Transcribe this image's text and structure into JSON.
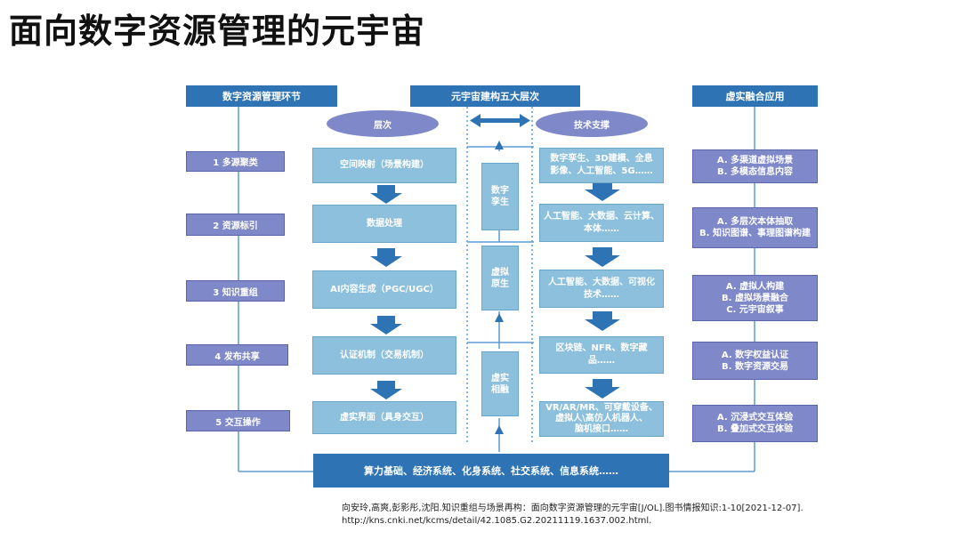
{
  "title": "面向数字资源管理的元宇宙",
  "headers": {
    "left": "数字资源管理环节",
    "center": "元宇宙建构五大层次",
    "right": "虚实融合应用"
  },
  "ovals": {
    "layers": "层次",
    "tech": "技术支撑"
  },
  "steps": [
    "1 多源聚类",
    "2 资源标引",
    "3 知识重组",
    "4 发布共享",
    "5 交互操作"
  ],
  "layers": [
    "空间映射（场景构建）",
    "数据处理",
    "AI内容生成（PGC/UGC）",
    "认证机制（交易机制）",
    "虚实界面（具身交互）"
  ],
  "stages": [
    "数字\n孪生",
    "虚拟\n原生",
    "虚实\n相融"
  ],
  "tech": [
    "数字孪生、3D建模、全息\n影像、人工智能、5G……",
    "人工智能、大数据、云计算、\n本体……",
    "人工智能、大数据、可视化\n技术……",
    "区块链、NFR、数字藏\n品……",
    "VR/AR/MR、可穿戴设备、\n虚拟人\\高仿人机器人、\n脑机接口……"
  ],
  "apps": [
    "A. 多渠道虚拟场景\nB. 多模态信息内容",
    "A. 多层次本体抽取\nB. 知识图谱、事理图谱构建",
    "A. 虚拟人构建\nB. 虚拟场景融合\nC. 元宇宙叙事",
    "A. 数字权益认证\nB. 数字资源交易",
    "A. 沉浸式交互体验\nB.  叠加式交互体验"
  ],
  "foundation": "算力基础、经济系统、化身系统、社交系统、信息系统……",
  "reference": "向安玲,高爽,彭影彤,沈阳.知识重组与场景再构：面向数字资源管理的元宇宙[J/OL].图书情报知识:1-10[2021-12-07].\nhttp://kns.cnki.net/kcms/detail/42.1085.G2.20211119.1637.002.html.",
  "colors": {
    "header": "#2e74b5",
    "purple": "#7f88c9",
    "lightblue": "#8cc0dc",
    "line": "#5b9bd5"
  }
}
